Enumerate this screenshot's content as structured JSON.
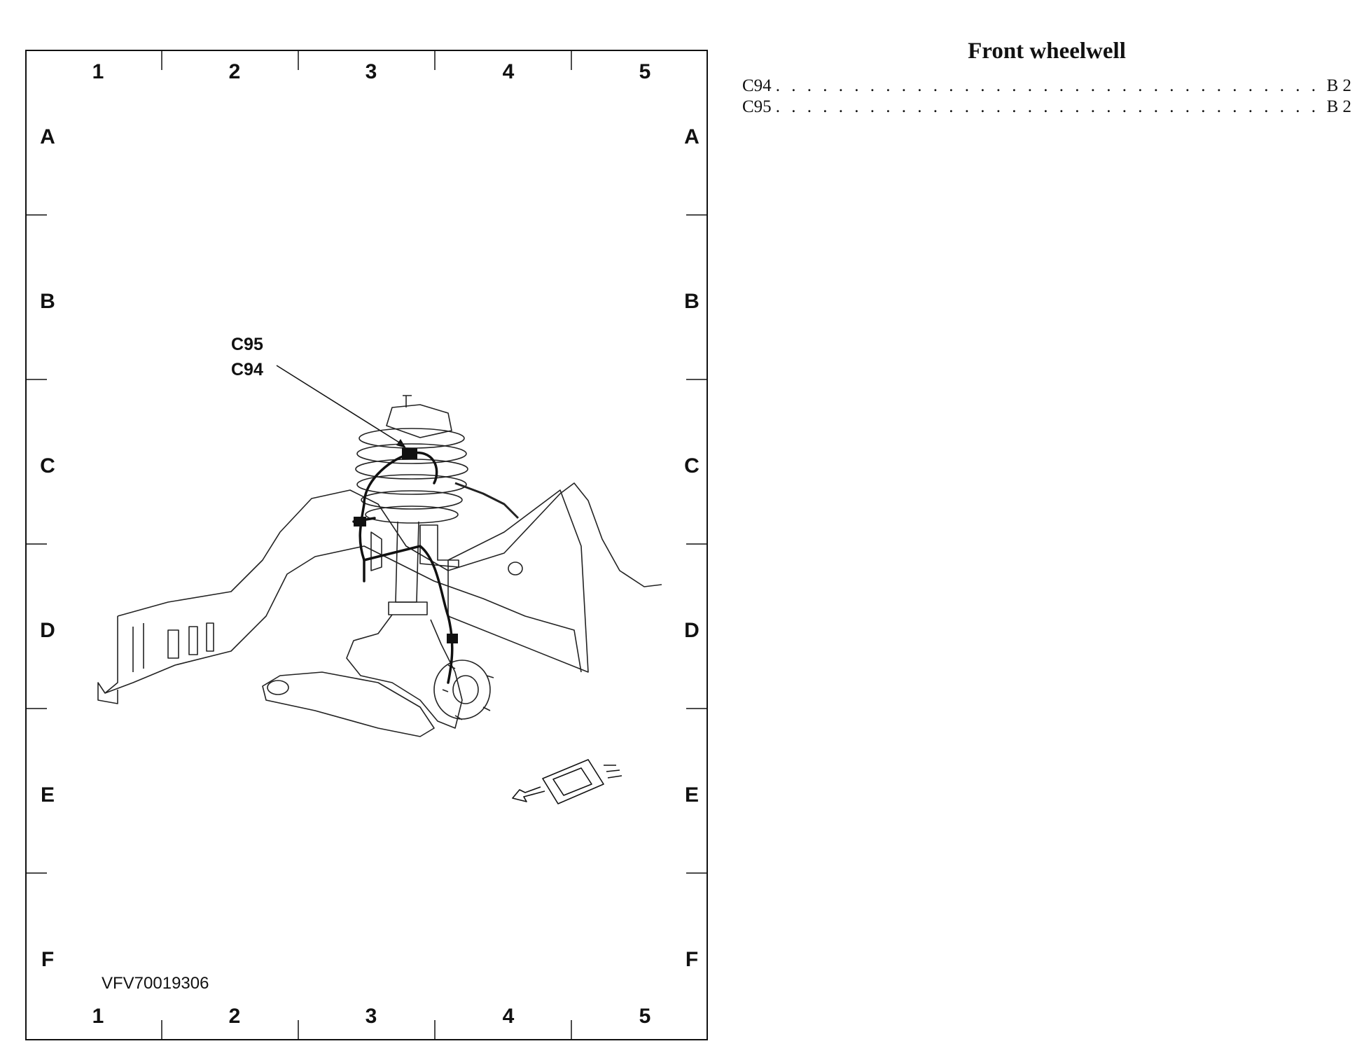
{
  "grid": {
    "columns": [
      "1",
      "2",
      "3",
      "4",
      "5"
    ],
    "rows": [
      "A",
      "B",
      "C",
      "D",
      "E",
      "F"
    ]
  },
  "callout": {
    "lines": [
      "C95",
      "C94"
    ]
  },
  "figure_id": "VFV70019306",
  "index": {
    "title": "Front wheelwell",
    "entries": [
      {
        "connector": "C94",
        "location": "B 2"
      },
      {
        "connector": "C95",
        "location": "B 2"
      }
    ]
  },
  "colors": {
    "ink": "#111111",
    "background": "#ffffff"
  },
  "icons": {
    "direction_indicator": "vehicle-front-arrow-icon"
  }
}
